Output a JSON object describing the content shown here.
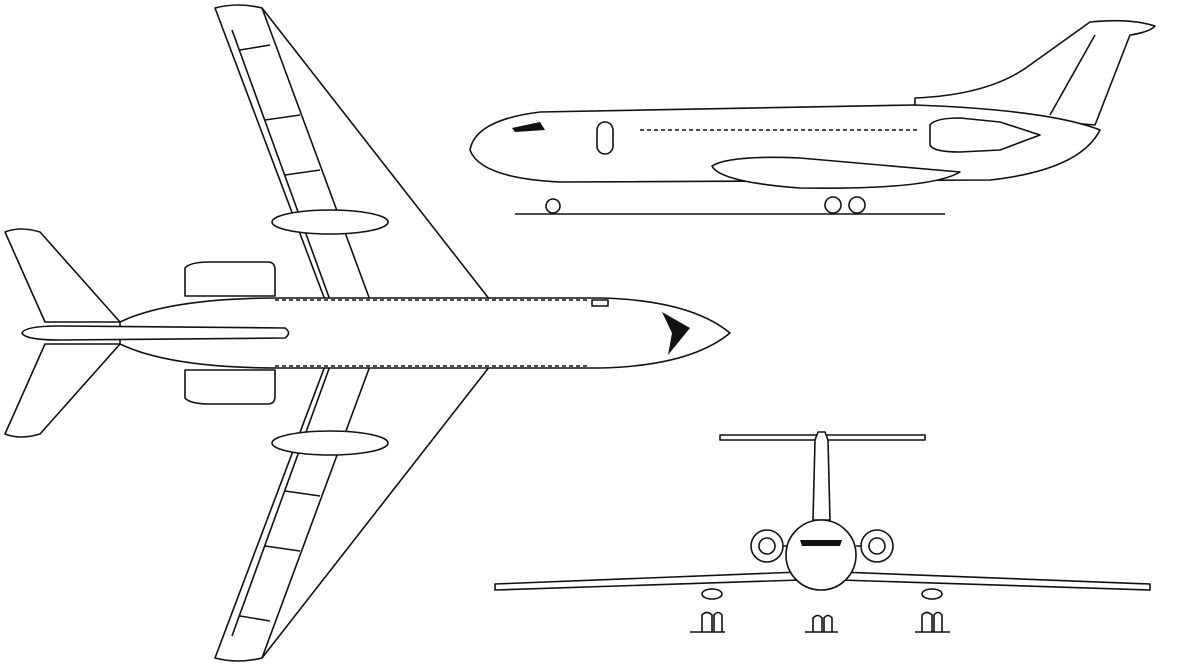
{
  "drawing": {
    "views": [
      "plan-view",
      "side-view",
      "front-view"
    ],
    "colors": {
      "line": "#111111",
      "background": "#ffffff"
    }
  }
}
